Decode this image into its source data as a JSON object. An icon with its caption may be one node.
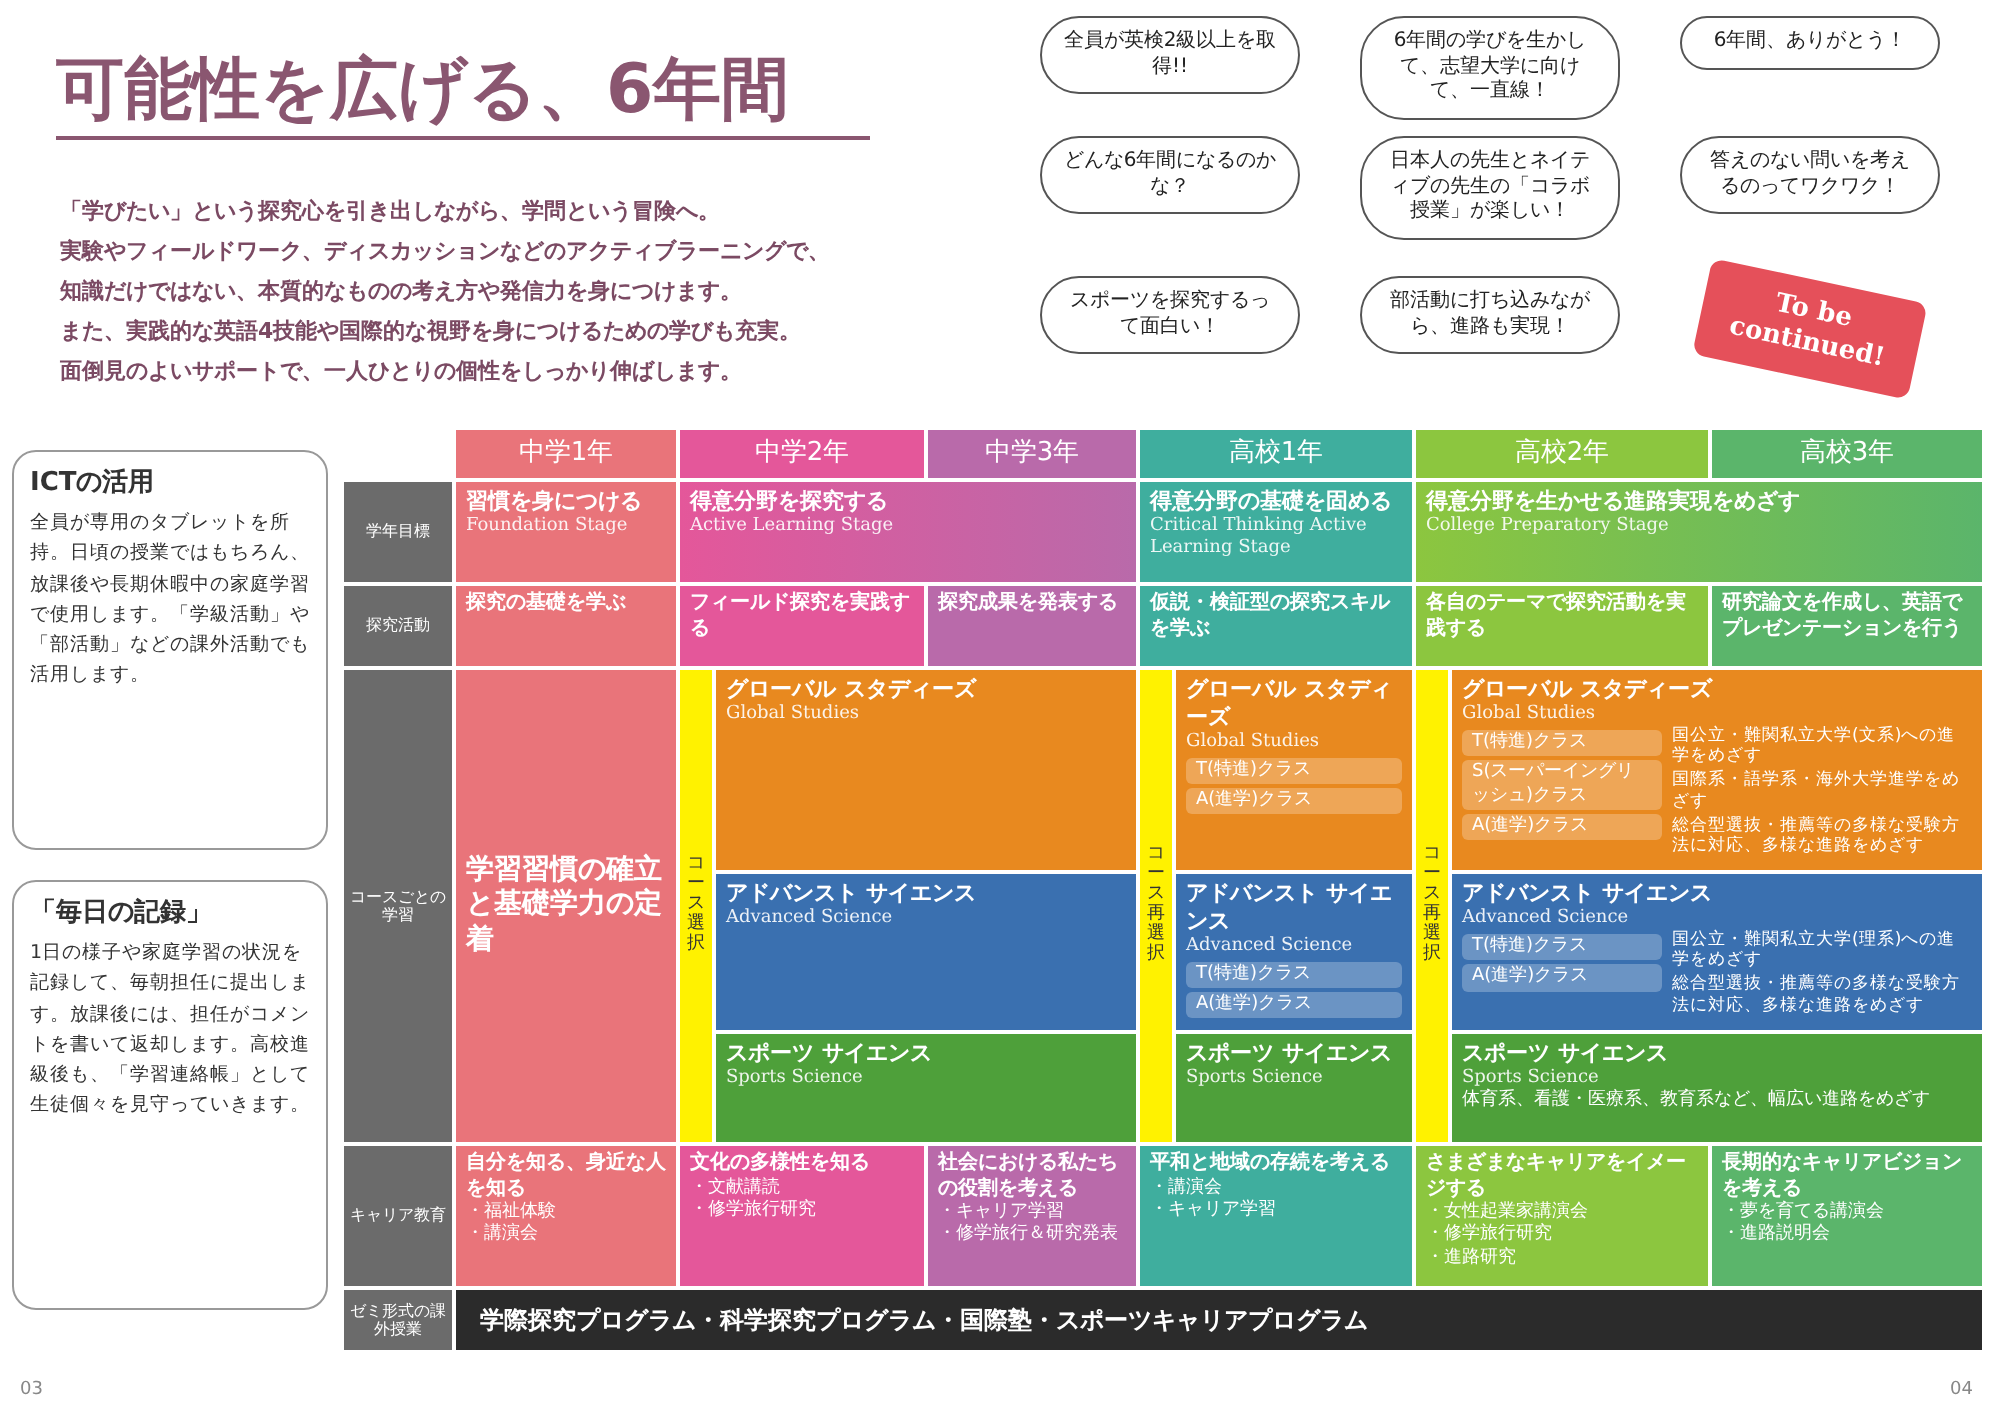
{
  "diagram": {
    "title": "可能性を広げる、6年間",
    "nodes": [
      {
        "text": [
          "中学1年"
        ]
      },
      {
        "text": [
          "中学2年"
        ]
      },
      {
        "text": [
          "中学3年"
        ]
      },
      {
        "text": [
          "高校1年"
        ]
      },
      {
        "text": [
          "高校2年"
        ]
      },
      {
        "text": [
          "高校3年"
        ]
      },
      {
        "text": [
          "学年目標"
        ]
      },
      {
        "text": [
          "習慣を身につける",
          "Foundation Stage"
        ]
      },
      {
        "text": [
          "得意分野を探究する",
          "Active Learning Stage"
        ]
      },
      {
        "text": [
          "得意分野の基礎を固める",
          "Critical Thinking Active Learning Stage"
        ]
      },
      {
        "text": [
          "得意分野を生かせる進路実現をめざす",
          "College Preparatory Stage"
        ]
      },
      {
        "text": [
          "探究活動"
        ]
      },
      {
        "text": [
          "探究の基礎を学ぶ"
        ]
      },
      {
        "text": [
          "フィールド探究を実践する"
        ]
      },
      {
        "text": [
          "探究成果を発表する"
        ]
      },
      {
        "text": [
          "仮説・検証型の探究スキルを学ぶ"
        ]
      },
      {
        "text": [
          "各自のテーマで探究活動を実践する"
        ]
      },
      {
        "text": [
          "研究論文を作成し、英語でプレゼンテーションを行う"
        ]
      },
      {
        "text": [
          "コースごとの学習"
        ]
      },
      {
        "text": [
          "学習習慣の確立と基礎学力の定着"
        ]
      },
      {
        "text": [
          "コース選択"
        ]
      },
      {
        "text": [
          "グローバル スタディーズ",
          "Global Studies"
        ]
      },
      {
        "text": [
          "コース再選択"
        ]
      },
      {
        "text": [
          "グローバル スタディーズ",
          "Global Studies"
        ]
      },
      {
        "text": [
          "T(特進)クラス"
        ],
        "in": 23
      },
      {
        "text": [
          "A(進学)クラス"
        ],
        "in": 23
      },
      {
        "text": [
          "コース再選択"
        ]
      },
      {
        "text": [
          "グローバル スタディーズ",
          "Global Studies",
          "国公立・難関私立大学(文系)への進学をめざす",
          "国際系・語学系・海外大学進学をめざす",
          "総合型選抜・推薦等の多様な受験方法に対応、多様な進路をめざす"
        ]
      },
      {
        "text": [
          "T(特進)クラス"
        ],
        "in": 27
      },
      {
        "text": [
          "S(スーパーイングリッシュ)クラス"
        ],
        "in": 27
      },
      {
        "text": [
          "A(進学)クラス"
        ],
        "in": 27
      },
      {
        "text": [
          "アドバンスト サイエンス",
          "Advanced Science"
        ]
      },
      {
        "text": [
          "アドバンスト サイエンス",
          "Advanced Science"
        ]
      },
      {
        "text": [
          "T(特進)クラス"
        ],
        "in": 32
      },
      {
        "text": [
          "A(進学)クラス"
        ],
        "in": 32
      },
      {
        "text": [
          "アドバンスト サイエンス",
          "Advanced Science",
          "国公立・難関私立大学(理系)への進学をめざす",
          "総合型選抜・推薦等の多様な受験方法に対応、多様な進路をめざす"
        ]
      },
      {
        "text": [
          "T(特進)クラス"
        ],
        "in": 35
      },
      {
        "text": [
          "A(進学)クラス"
        ],
        "in": 35
      },
      {
        "text": [
          "スポーツ サイエンス",
          "Sports Science"
        ]
      },
      {
        "text": [
          "スポーツ サイエンス",
          "Sports Science"
        ]
      },
      {
        "text": [
          "スポーツ サイエンス",
          "Sports Science",
          "体育系、看護・医療系、教育系など、幅広い進路をめざす"
        ]
      },
      {
        "text": [
          "キャリア教育"
        ]
      },
      {
        "text": [
          "自分を知る、身近な人を知る",
          "・福祉体験",
          "・講演会"
        ]
      },
      {
        "text": [
          "文化の多様性を知る",
          "・文献講読",
          "・修学旅行研究"
        ]
      },
      {
        "text": [
          "社会における私たちの役割を考える",
          "・キャリア学習",
          "・修学旅行＆研究発表"
        ]
      },
      {
        "text": [
          "平和と地域の存続を考える",
          "・講演会",
          "・キャリア学習"
        ]
      },
      {
        "text": [
          "さまざまなキャリアをイメージする",
          "・女性起業家講演会",
          "・修学旅行研究",
          "・進路研究"
        ]
      },
      {
        "text": [
          "長期的なキャリアビジョンを考える",
          "・夢を育てる講演会",
          "・進路説明会"
        ]
      },
      {
        "text": [
          "ゼミ形式の課外授業"
        ]
      },
      {
        "text": [
          "学際探究プログラム・科学探究プログラム・国際塾・スポーツキャリアプログラム"
        ]
      },
      {
        "text": [
          "ICTの活用",
          "全員が専用のタブレットを所持。日頃の授業ではもちろん、放課後や長期休暇中の家庭学習で使用します。「学級活動」や「部活動」などの課外活動でも活用します。"
        ]
      },
      {
        "text": [
          "「毎日の記録」",
          "1日の様子や家庭学習の状況を記録して、毎朝担任に提出します。放課後には、担任がコメントを書いて返却します。高校進級後も、「学習連絡帳」として生徒個々を見守っていきます。"
        ]
      },
      {
        "text": [
          "全員が英検2級以上を取得!!"
        ]
      },
      {
        "text": [
          "6年間の学びを生かして、志望大学に向けて、一直線！"
        ]
      },
      {
        "text": [
          "6年間、ありがとう！"
        ]
      },
      {
        "text": [
          "どんな6年間になるのかな？"
        ]
      },
      {
        "text": [
          "日本人の先生とネイティブの先生の「コラボ授業」が楽しい！"
        ]
      },
      {
        "text": [
          "答えのない問いを考えるのってワクワク！"
        ]
      },
      {
        "text": [
          "スポーツを探究するって面白い！"
        ]
      },
      {
        "text": [
          "部活動に打ち込みながら、進路も実現！"
        ]
      },
      {
        "text": [
          "To be continued!"
        ]
      }
    ],
    "labels": [
      "「学びたい」という探究心を引き出しながら、学問という冒険へ。",
      "実験やフィールドワーク、ディスカッションなどのアクティブラーニングで、",
      "知識だけではない、本質的なものの考え方や発信力を身につけます。",
      "また、実践的な英語4技能や国際的な視野を身につけるための学びも充実。",
      "面倒見のよいサポートで、一人ひとりの個性をしっかり伸ばします。",
      "03",
      "04"
    ]
  }
}
